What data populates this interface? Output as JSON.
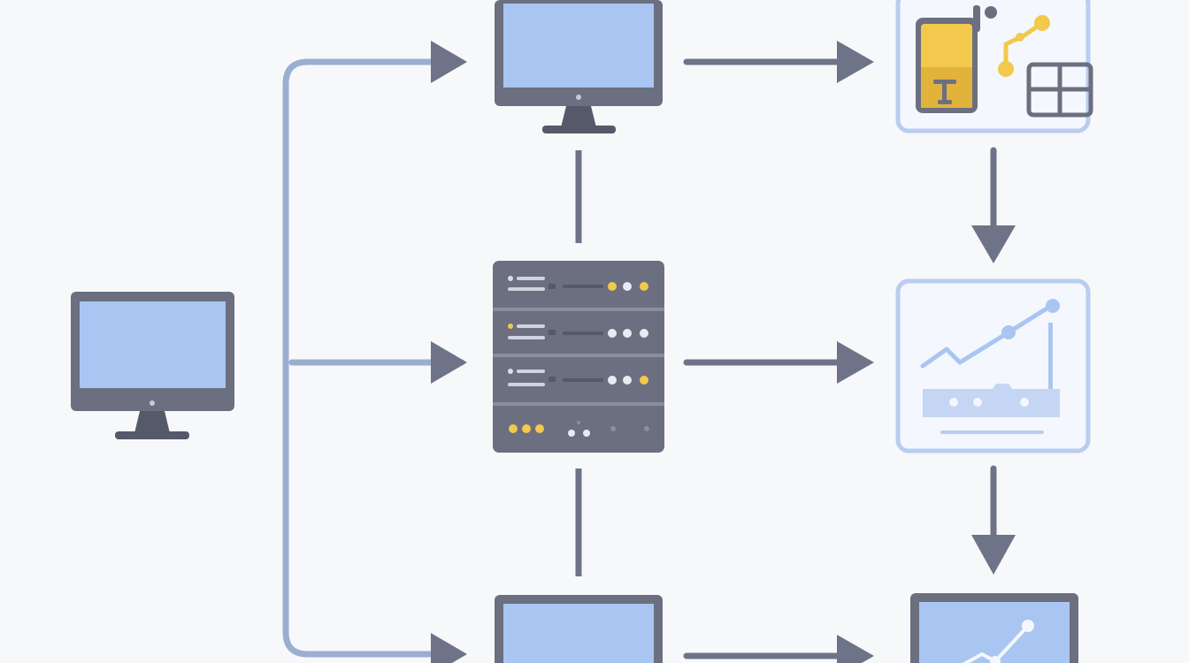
{
  "diagram": {
    "nodes": [
      {
        "id": "client-monitor",
        "kind": "monitor-icon"
      },
      {
        "id": "top-monitor",
        "kind": "monitor-icon"
      },
      {
        "id": "server-rack",
        "kind": "server-icon",
        "units": 4
      },
      {
        "id": "bottom-monitor",
        "kind": "monitor-icon"
      },
      {
        "id": "app-tools-card",
        "kind": "mobile-app-tools-icon"
      },
      {
        "id": "analytics-card",
        "kind": "analytics-dashboard-icon"
      },
      {
        "id": "analytics-monitor",
        "kind": "monitor-chart-icon"
      }
    ],
    "connections": [
      {
        "from": "client-monitor",
        "to": "top-monitor",
        "style": "arrow"
      },
      {
        "from": "client-monitor",
        "to": "server-rack",
        "style": "arrow"
      },
      {
        "from": "client-monitor",
        "to": "bottom-monitor",
        "style": "arrow"
      },
      {
        "from": "top-monitor",
        "to": "app-tools-card",
        "style": "arrow"
      },
      {
        "from": "server-rack",
        "to": "analytics-card",
        "style": "arrow"
      },
      {
        "from": "bottom-monitor",
        "to": "analytics-monitor",
        "style": "arrow"
      },
      {
        "from": "app-tools-card",
        "to": "analytics-card",
        "style": "arrow"
      },
      {
        "from": "analytics-card",
        "to": "analytics-monitor",
        "style": "arrow"
      },
      {
        "from": "top-monitor",
        "to": "server-rack",
        "style": "line"
      },
      {
        "from": "server-rack",
        "to": "bottom-monitor",
        "style": "line"
      }
    ]
  },
  "colors": {
    "background": "#f7f8fa",
    "frame": "#6b6f80",
    "screen": "#a9c6f2",
    "connector_light": "#9aaed0",
    "arrow": "#6e7388",
    "accent_yellow": "#f2c94c",
    "card_border": "#b9cdf0",
    "card_fill": "#f4f7fd"
  }
}
